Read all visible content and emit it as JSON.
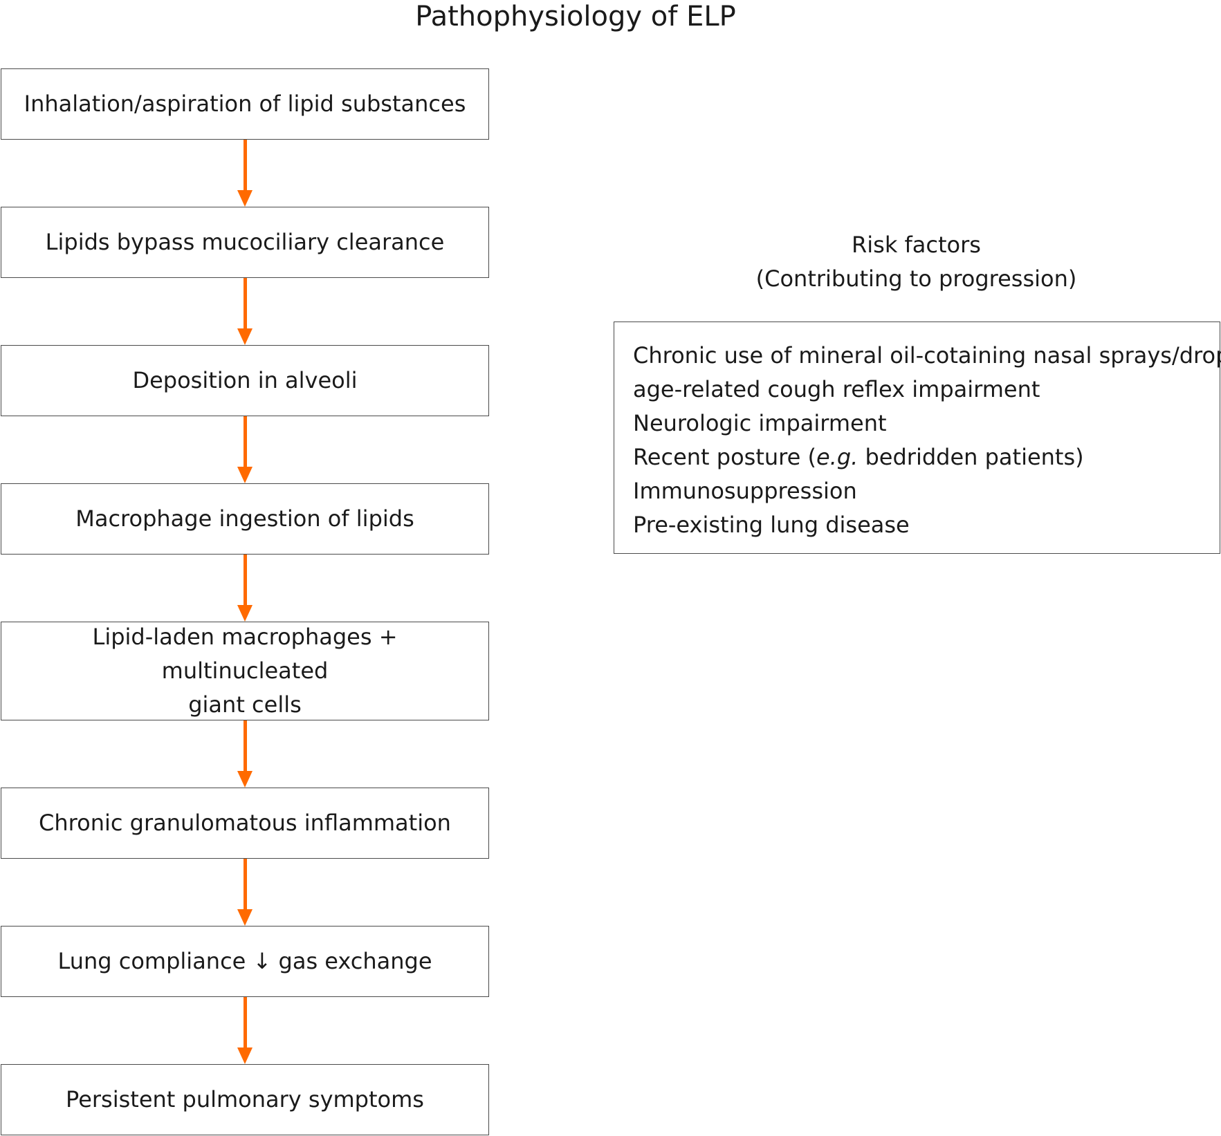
{
  "title": "Pathophysiology of ELP",
  "flow": {
    "steps": [
      {
        "label": "Inhalation/aspiration of lipid substances"
      },
      {
        "label": "Lipids bypass mucociliary clearance"
      },
      {
        "label": "Deposition in alveoli"
      },
      {
        "label": "Macrophage ingestion of lipids"
      },
      {
        "line1": "Lipid-laden macrophages + multinucleated",
        "line2": "giant cells"
      },
      {
        "label": "Chronic granulomatous inflammation"
      },
      {
        "label": "Lung compliance ↓ gas exchange"
      },
      {
        "label": "Persistent pulmonary symptoms"
      }
    ],
    "arrow_color": "#ff6a00"
  },
  "risk_factors": {
    "heading_line1": "Risk factors",
    "heading_line2": "(Contributing to progression)",
    "items": [
      {
        "text": "Chronic use of mineral oil-cotaining nasal sprays/drops"
      },
      {
        "text": "age-related cough reflex impairment"
      },
      {
        "text": "Neurologic impairment"
      },
      {
        "before": "Recent posture (",
        "italic": "e.g.",
        "after": " bedridden patients)"
      },
      {
        "text": "Immunosuppression"
      },
      {
        "text": "Pre-existing lung disease"
      }
    ]
  }
}
